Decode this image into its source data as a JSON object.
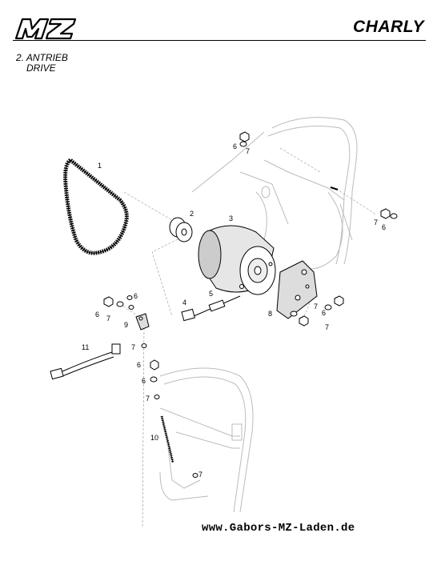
{
  "header": {
    "logo_text": "MZ",
    "model": "CHARLY"
  },
  "section": {
    "title": "2. ANTRIEB",
    "subtitle": "DRIVE"
  },
  "callouts": {
    "c1": "1",
    "c2": "2",
    "c3": "3",
    "c4": "4",
    "c5": "5",
    "c6a": "6",
    "c7a": "7",
    "c7b": "7",
    "c6b": "6",
    "c7c": "7",
    "c6c": "6",
    "c7d": "7",
    "c6d": "6",
    "c6e": "6",
    "c7e": "7",
    "c9": "9",
    "c7f": "7",
    "c11": "11",
    "c6f": "6",
    "c6g": "6",
    "c7g": "7",
    "c10": "10",
    "c7h": "7",
    "c8": "8"
  },
  "footer": {
    "website": "www.Gabors-MZ-Laden.de"
  }
}
